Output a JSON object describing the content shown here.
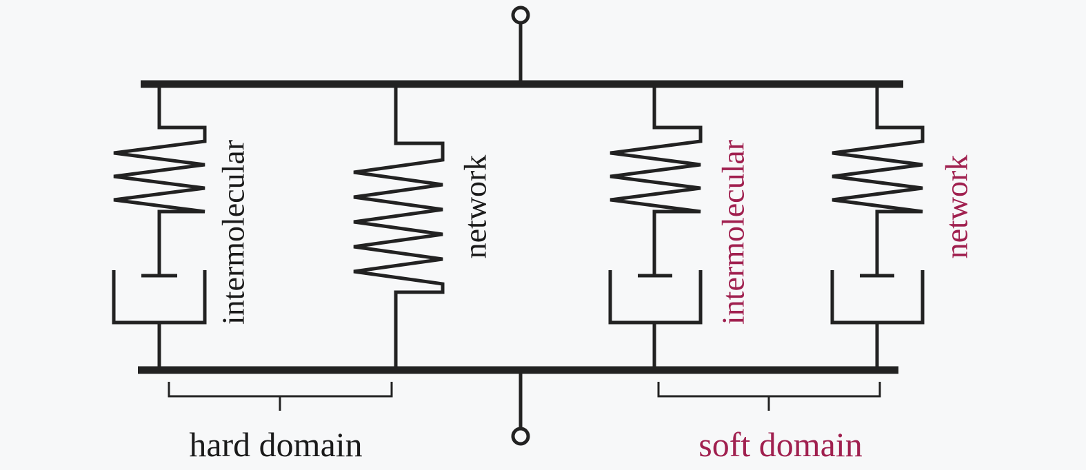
{
  "diagram": {
    "branches": [
      {
        "label": "intermolecular",
        "domain": "hard"
      },
      {
        "label": "network",
        "domain": "hard"
      },
      {
        "label": "intermolecular",
        "domain": "soft"
      },
      {
        "label": "network",
        "domain": "soft"
      }
    ],
    "groups": [
      {
        "label": "hard domain"
      },
      {
        "label": "soft domain"
      }
    ],
    "colors": {
      "background": "#f7f8f9",
      "line": "#222222",
      "hard_text": "#1a1a1a",
      "soft_text": "#a0204f"
    }
  }
}
